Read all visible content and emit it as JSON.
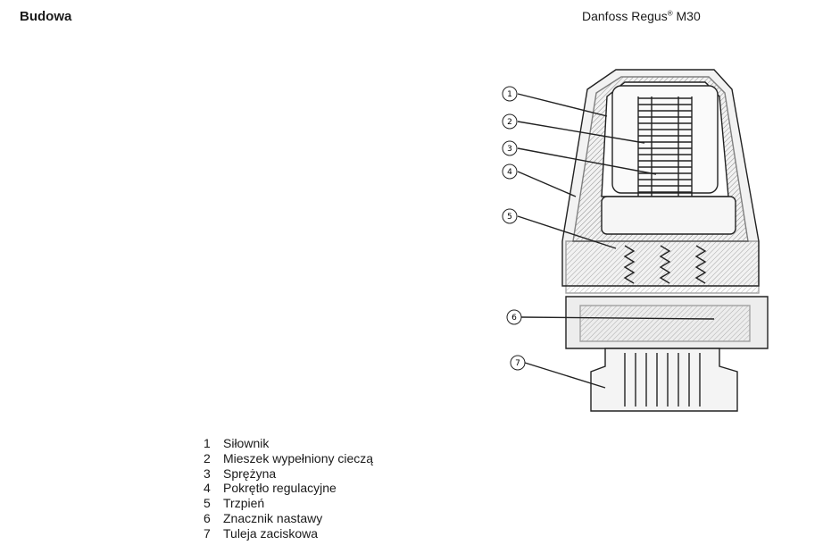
{
  "header": {
    "section_title": "Budowa",
    "product_brand": "Danfoss Regus",
    "product_reg": "®",
    "product_model": " M30"
  },
  "drawing": {
    "callouts": [
      "1",
      "2",
      "3",
      "4",
      "5",
      "6",
      "7"
    ]
  },
  "legend": [
    {
      "num": "1",
      "label": "Siłownik"
    },
    {
      "num": "2",
      "label": "Mieszek wypełniony cieczą"
    },
    {
      "num": "3",
      "label": "Sprężyna"
    },
    {
      "num": "4",
      "label": "Pokrętło regulacyjne"
    },
    {
      "num": "5",
      "label": "Trzpień"
    },
    {
      "num": "6",
      "label": "Znacznik nastawy"
    },
    {
      "num": "7",
      "label": "Tuleja zaciskowa"
    }
  ]
}
